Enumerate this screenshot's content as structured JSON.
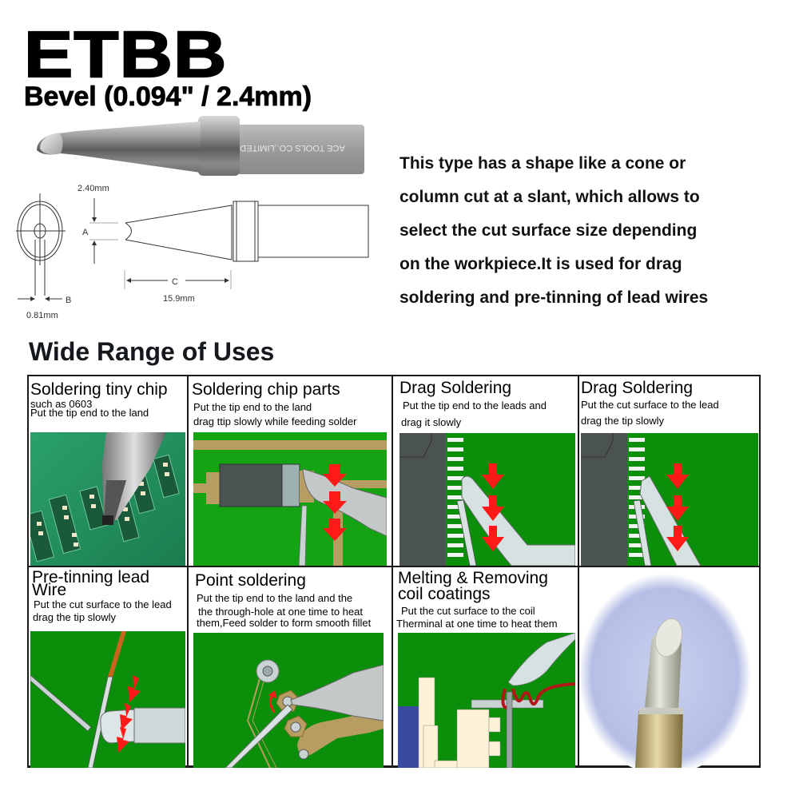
{
  "header": {
    "title": "ETBB",
    "subtitle": "Bevel (0.094\" / 2.4mm)"
  },
  "tip_photo": {
    "engraving": "ACE TOOLS CO.,LIMITED"
  },
  "diagram": {
    "dim_a_value": "2.40mm",
    "dim_a_label": "A",
    "dim_b_value": "0.81mm",
    "dim_b_label": "B",
    "dim_c_value": "15.9mm",
    "dim_c_label": "C"
  },
  "description": {
    "lines": [
      "This type has a shape like a cone or",
      "column cut at a slant, which allows to",
      "select the cut surface size depending",
      "on the workpiece.It is used for drag",
      "soldering and pre-tinning of lead wires"
    ]
  },
  "uses": {
    "heading": "Wide Range of Uses",
    "cells": [
      {
        "title": "Soldering tiny chip",
        "lines": [
          "such as 0603",
          "Put the tip end to the land"
        ]
      },
      {
        "title": "Soldering chip parts",
        "lines": [
          "Put the tip end to the land",
          "drag ttip slowly while feeding solder"
        ]
      },
      {
        "title": "Drag Soldering",
        "lines": [
          "Put the tip end to the leads and",
          "drag it slowly"
        ]
      },
      {
        "title": "Drag Soldering",
        "lines": [
          "Put the cut surface to the lead",
          "drag the tip slowly"
        ]
      },
      {
        "title": "Pre-tinning lead",
        "title2": "Wire",
        "lines": [
          "Put the cut surface to the lead",
          "drag the tip slowly"
        ]
      },
      {
        "title": "Point soldering",
        "lines": [
          "Put the tip end to the land and the",
          "the through-hole at one time to heat",
          "them,Feed solder to form smooth fillet"
        ]
      },
      {
        "title": "Melting & Removing",
        "title2": "coil coatings",
        "lines": [
          "Put the cut surface to the coil",
          "Therminal at one time to heat them"
        ]
      },
      {
        "title": "",
        "lines": []
      }
    ]
  },
  "colors": {
    "pcb_green": "#0d8f0d",
    "chip_gray": "#4a5252",
    "arrow_red": "#ff1a1a",
    "pad_tan": "#b79a63",
    "photo_bg": "#b9c3e6"
  }
}
